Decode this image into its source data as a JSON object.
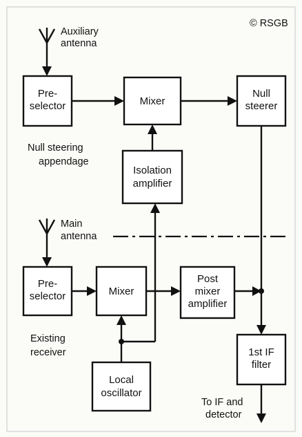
{
  "copyright": "© RSGB",
  "labels": {
    "auxiliary_antenna": [
      "Auxiliary",
      "antenna"
    ],
    "main_antenna": [
      "Main",
      "antenna"
    ],
    "null_steering_appendage": [
      "Null steering",
      "appendage"
    ],
    "existing_receiver": [
      "Existing",
      "receiver"
    ],
    "output": [
      "To IF and",
      "detector"
    ]
  },
  "blocks": {
    "preselector_top": [
      "Pre-",
      "selector"
    ],
    "mixer_top": [
      "Mixer"
    ],
    "null_steerer": [
      "Null",
      "steerer"
    ],
    "isolation_amplifier": [
      "Isolation",
      "amplifier"
    ],
    "preselector_bottom": [
      "Pre-",
      "selector"
    ],
    "mixer_bottom": [
      "Mixer"
    ],
    "post_mixer_amplifier": [
      "Post",
      "mixer",
      "amplifier"
    ],
    "first_if_filter": [
      "1st IF",
      "filter"
    ],
    "local_oscillator": [
      "Local",
      "oscillator"
    ]
  },
  "colors": {
    "ink": "#111111",
    "paper": "#fbfbf8",
    "frame": "#d8d8d8"
  }
}
